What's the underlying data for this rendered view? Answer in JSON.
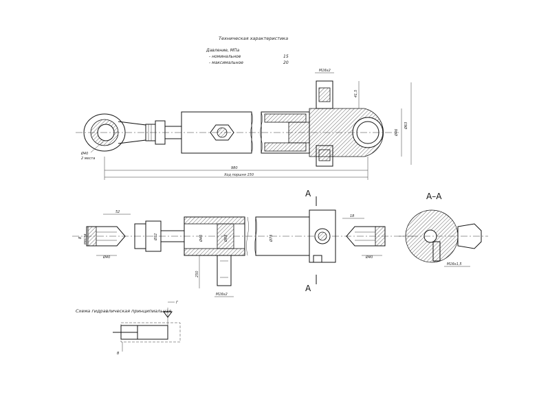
{
  "spec": {
    "title": "Техническая характеристика",
    "pressure_label": "Давление, МПа",
    "rows": [
      {
        "label": "- номинальное",
        "value": "15"
      },
      {
        "label": "- максимальное",
        "value": "20"
      }
    ]
  },
  "top_view": {
    "thread_port": "М16х2",
    "dim_h": "41,5",
    "dim_d_eye": "Ø46",
    "dim_width": "Ø63",
    "eye_left_d": "Ø40",
    "eye_left_note": "2 места",
    "length_dim": "980",
    "stroke_dim": "Ход поршня 150"
  },
  "side_view": {
    "dim_52": "52",
    "dim_18": "18",
    "dim_b": "В",
    "dim_b_note": "места",
    "dim_40a": "Ø40",
    "dim_d_rod": "Ø40",
    "dim_d_rod2": "Ø63",
    "dim_d_body": "Ø73",
    "dim_d_rod3": "Ø32",
    "dim_height": "250",
    "thread_port2": "М16х2",
    "dim_40b": "Ø40",
    "section_mark": "А"
  },
  "section_view": {
    "label": "А–А",
    "thread": "М16х1,5"
  },
  "scheme": {
    "title": "Схема гидравлическая принципиальная",
    "port_g": "Г",
    "port_v": "В"
  }
}
